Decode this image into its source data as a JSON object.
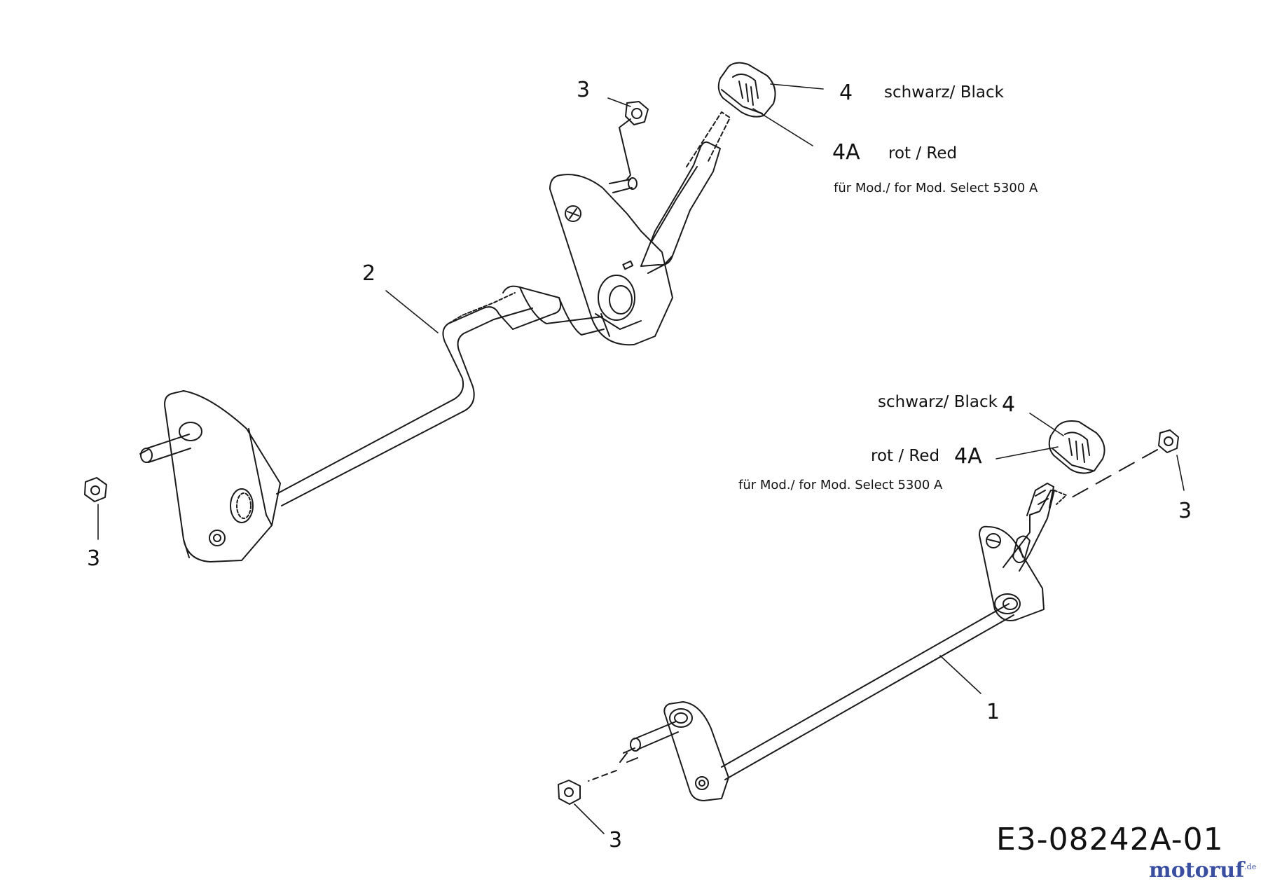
{
  "diagram": {
    "drawing_code": "E3-08242A-01",
    "watermark": {
      "part1": "motoruf",
      "part2": "",
      "suffix": ".de"
    }
  },
  "parts": {
    "p1": {
      "number": "1"
    },
    "p2": {
      "number": "2"
    },
    "p3": {
      "number": "3"
    },
    "p4": {
      "number": "4",
      "desc": "schwarz/ Black"
    },
    "p4a": {
      "number": "4A",
      "desc": "rot / Red",
      "note": "für Mod./ for Mod. Select 5300 A"
    }
  },
  "colors": {
    "line": "#1a1a1a",
    "watermark_blue": "#3a4ea0",
    "watermark_orange": "#d97a1a"
  }
}
